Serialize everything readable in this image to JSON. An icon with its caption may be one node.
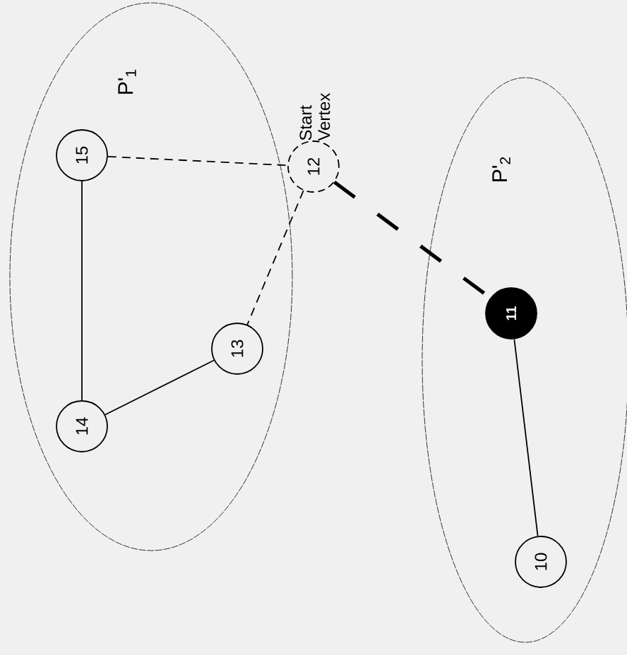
{
  "diagram": {
    "nodes": [
      {
        "text": [
          "P'$_{1}$"
        ]
      },
      {
        "text": [
          "P'$_{2}$"
        ]
      },
      {
        "text": [
          "15"
        ],
        "in": 0
      },
      {
        "text": [
          "12"
        ],
        "beside": [
          "Start Vertex"
        ]
      },
      {
        "text": [
          "13"
        ],
        "in": 0
      },
      {
        "text": [
          "14"
        ],
        "in": 0
      },
      {
        "text": [
          "11"
        ],
        "in": 1
      },
      {
        "text": [
          "10"
        ],
        "in": 1
      }
    ],
    "edges": [
      {
        "from": 2,
        "to": 3,
        "arrow": "none",
        "style": "dashed"
      },
      {
        "from": 3,
        "to": 4,
        "arrow": "none",
        "style": "dashed"
      },
      {
        "from": 3,
        "to": 6,
        "arrow": "none",
        "style": "dashed"
      },
      {
        "from": 2,
        "to": 5,
        "arrow": "none"
      },
      {
        "from": 5,
        "to": 4,
        "arrow": "none"
      },
      {
        "from": 6,
        "to": 7,
        "arrow": "none"
      }
    ]
  }
}
